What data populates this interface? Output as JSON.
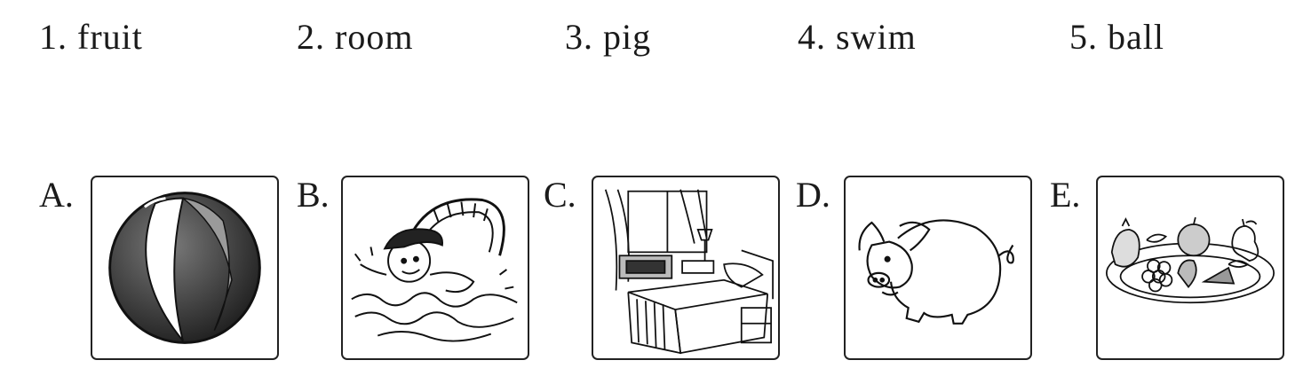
{
  "words": [
    {
      "label": "1. fruit"
    },
    {
      "label": "2. room"
    },
    {
      "label": "3. pig"
    },
    {
      "label": "4. swim"
    },
    {
      "label": "5. ball"
    }
  ],
  "options": [
    {
      "letter": "A.",
      "picture": "beach-ball-icon"
    },
    {
      "letter": "B.",
      "picture": "swimming-boy-icon"
    },
    {
      "letter": "C.",
      "picture": "bedroom-icon"
    },
    {
      "letter": "D.",
      "picture": "pig-icon"
    },
    {
      "letter": "E.",
      "picture": "fruit-plate-icon"
    }
  ]
}
